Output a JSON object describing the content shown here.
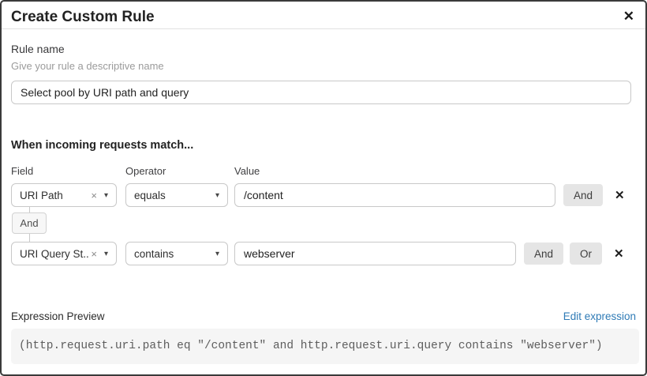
{
  "dialog": {
    "title": "Create Custom Rule"
  },
  "icons": {
    "close": "✕",
    "clear": "×",
    "caret_down": "▾",
    "remove_row": "✕"
  },
  "rule_name": {
    "label": "Rule name",
    "hint": "Give your rule a descriptive name",
    "value": "Select pool by URI path and query"
  },
  "match": {
    "heading": "When incoming requests match...",
    "columns": {
      "field": "Field",
      "operator": "Operator",
      "value": "Value"
    },
    "connector": "And",
    "rows": [
      {
        "field": "URI Path",
        "operator": "equals",
        "value": "/content",
        "and_label": "And"
      },
      {
        "field": "URI Query St...",
        "operator": "contains",
        "value": "webserver",
        "and_label": "And",
        "or_label": "Or"
      }
    ]
  },
  "expression_preview": {
    "label": "Expression Preview",
    "edit_link": "Edit expression",
    "expression": "(http.request.uri.path eq \"/content\" and http.request.uri.query contains \"webserver\")"
  },
  "colors": {
    "link": "#2f7bb6",
    "button_bg": "#e5e5e5",
    "code_bg": "#f5f5f5",
    "border_dark": "#3a3a3a"
  }
}
